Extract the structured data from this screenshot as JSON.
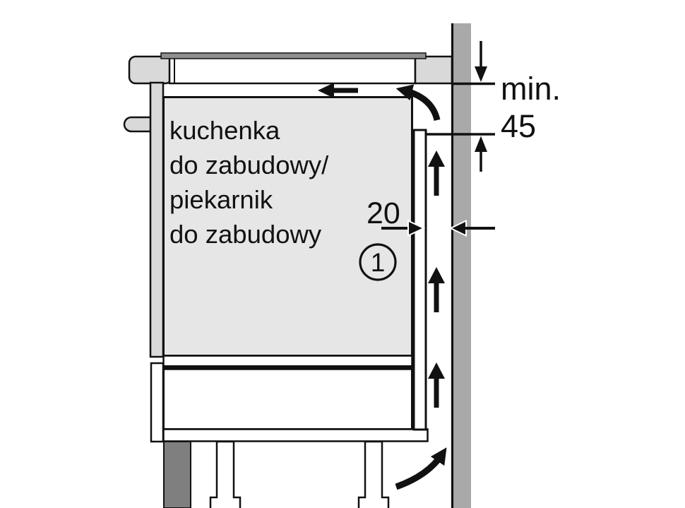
{
  "diagram": {
    "cabinet_label_lines": [
      "kuchenka",
      "do zabudowy/",
      "piekarnik",
      "do zabudowy"
    ],
    "dimensions": {
      "rear_gap_value": "20",
      "min_label": "min.",
      "min_clearance_value": "45"
    },
    "callout": {
      "number": "1"
    },
    "colors": {
      "background": "#ffffff",
      "wall": "#a9a9a9",
      "oven_cavity_fill": "#e6e6e6",
      "panel_fill": "#d9d9d9",
      "hob_glass": "#8f8f8f",
      "plinth": "#7f7f7f",
      "white_fill": "#ffffff",
      "line": "#111111"
    },
    "icons": {
      "airflow-up-arrow": "▲",
      "airflow-out-arrow": "◀",
      "airflow-curved-arrow": "↰",
      "dimension-down-arrow": "▼",
      "dimension-up-arrow": "▲",
      "dimension-right-arrow": "▶",
      "dimension-left-arrow": "◀"
    }
  }
}
